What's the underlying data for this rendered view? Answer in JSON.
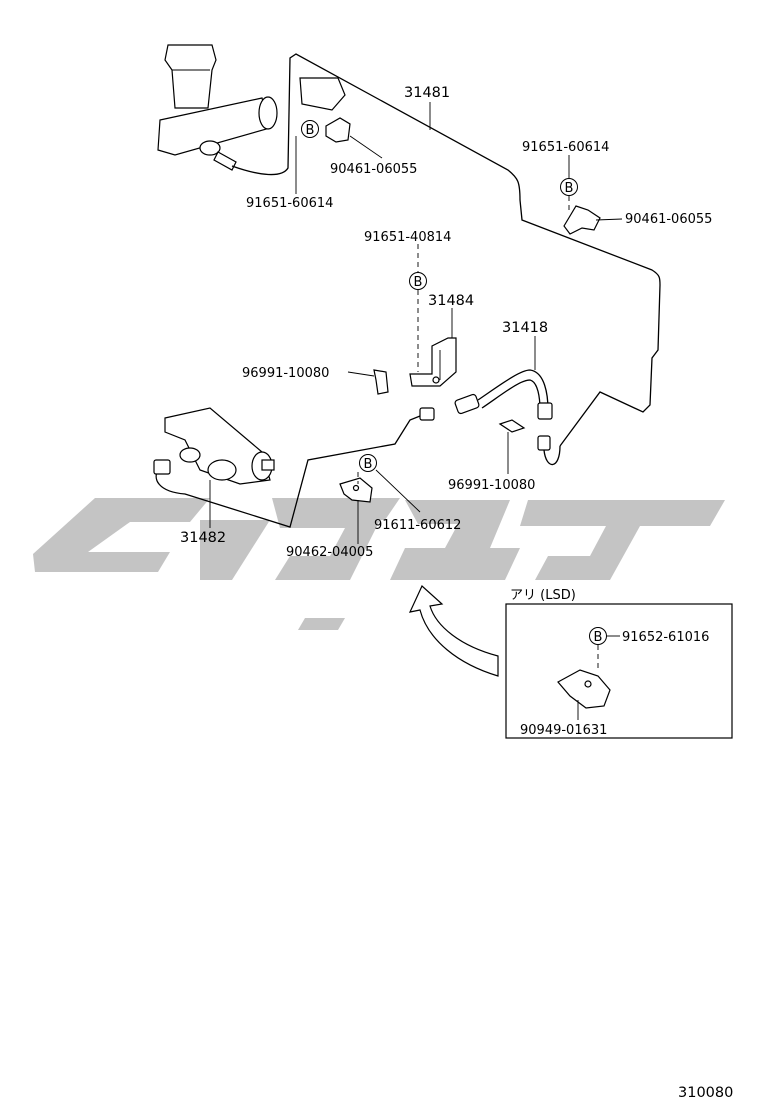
{
  "diagram_id": "310080",
  "bolt_symbol": "B",
  "labels": {
    "pipe_upper": "31481",
    "bracket": "31484",
    "hose": "31418",
    "pipe_lower": "31482",
    "clip_top_bolt": "91651-60614",
    "clip_top": "90461-06055",
    "clamp_master_bolt": "91651-60614",
    "clamp_master": "90461-06055",
    "bracket_bolt": "91651-40814",
    "clip_left": "96991-10080",
    "clip_right": "96991-10080",
    "clamp_lower_bolt": "91611-60612",
    "clamp_lower": "90462-04005"
  },
  "inset": {
    "title": "アリ (LSD)",
    "bolt": "91652-61016",
    "clamp": "90949-01631"
  },
  "colors": {
    "line": "#000000",
    "watermark": "#c4c4c4",
    "background": "#ffffff"
  }
}
